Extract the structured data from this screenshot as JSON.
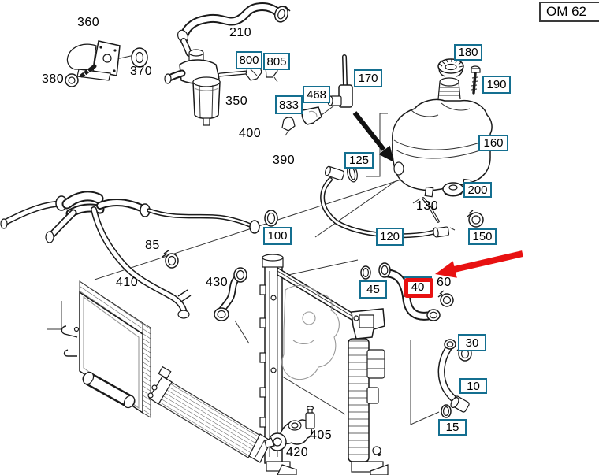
{
  "header": {
    "engine_code": "OM 62"
  },
  "annotation": {
    "highlighted_part": "40",
    "arrow": "red-arrow-pointing-to-part-40"
  },
  "colors": {
    "part_link_border": "#146f90",
    "highlight_red": "#e81111",
    "line_art": "#1a1a1a"
  },
  "parts": {
    "linked": [
      {
        "number": "800"
      },
      {
        "number": "805"
      },
      {
        "number": "833"
      },
      {
        "number": "468"
      },
      {
        "number": "170"
      },
      {
        "number": "180"
      },
      {
        "number": "190"
      },
      {
        "number": "160"
      },
      {
        "number": "125"
      },
      {
        "number": "200"
      },
      {
        "number": "100"
      },
      {
        "number": "120"
      },
      {
        "number": "150"
      },
      {
        "number": "45"
      },
      {
        "number": "40"
      },
      {
        "number": "30"
      },
      {
        "number": "10"
      },
      {
        "number": "15"
      }
    ],
    "plain": [
      {
        "number": "360"
      },
      {
        "number": "380"
      },
      {
        "number": "370"
      },
      {
        "number": "210"
      },
      {
        "number": "350"
      },
      {
        "number": "400"
      },
      {
        "number": "390"
      },
      {
        "number": "130"
      },
      {
        "number": "85"
      },
      {
        "number": "410"
      },
      {
        "number": "430"
      },
      {
        "number": "60"
      },
      {
        "number": "405"
      },
      {
        "number": "420"
      }
    ]
  }
}
